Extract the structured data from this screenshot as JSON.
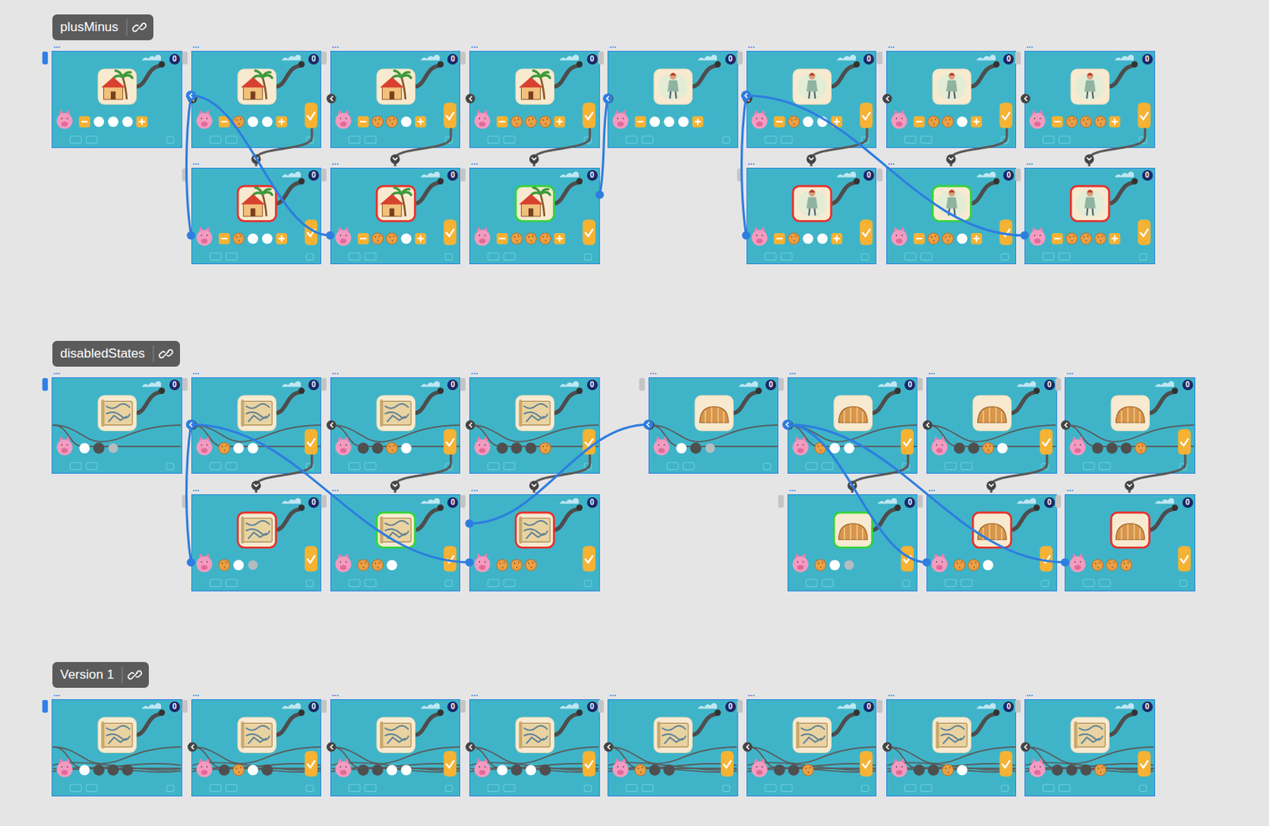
{
  "diagram": {
    "nodes": [
      {
        "text": [
          "plusMinus"
        ]
      },
      {
        "text": [
          "...",
          "0"
        ]
      },
      {
        "text": [
          "...",
          "0"
        ]
      },
      {
        "text": [
          "...",
          "0"
        ]
      },
      {
        "text": [
          "...",
          "0"
        ]
      },
      {
        "text": [
          "...",
          "0"
        ]
      },
      {
        "text": [
          "...",
          "0"
        ]
      },
      {
        "text": [
          "...",
          "0"
        ]
      },
      {
        "text": [
          "...",
          "0"
        ]
      },
      {
        "text": [
          "...",
          "0"
        ]
      },
      {
        "text": [
          "...",
          "0"
        ]
      },
      {
        "text": [
          "...",
          "0"
        ]
      },
      {
        "text": [
          "...",
          "0"
        ]
      },
      {
        "text": [
          "...",
          "0"
        ]
      },
      {
        "text": [
          "...",
          "0"
        ]
      },
      {
        "text": [
          "disabledStates"
        ]
      },
      {
        "text": [
          "...",
          "0"
        ]
      },
      {
        "text": [
          "...",
          "0"
        ]
      },
      {
        "text": [
          "...",
          "0"
        ]
      },
      {
        "text": [
          "...",
          "0"
        ]
      },
      {
        "text": [
          "...",
          "0"
        ]
      },
      {
        "text": [
          "...",
          "0"
        ]
      },
      {
        "text": [
          "...",
          "0"
        ]
      },
      {
        "text": [
          "...",
          "0"
        ]
      },
      {
        "text": [
          "...",
          "0"
        ]
      },
      {
        "text": [
          "...",
          "0"
        ]
      },
      {
        "text": [
          "...",
          "0"
        ]
      },
      {
        "text": [
          "...",
          "0"
        ]
      },
      {
        "text": [
          "...",
          "0"
        ]
      },
      {
        "text": [
          "...",
          "0"
        ]
      },
      {
        "text": [
          "Version 1"
        ]
      },
      {
        "text": [
          "...",
          "0"
        ]
      },
      {
        "text": [
          "...",
          "0"
        ]
      },
      {
        "text": [
          "...",
          "0"
        ]
      },
      {
        "text": [
          "...",
          "0"
        ]
      },
      {
        "text": [
          "...",
          "0"
        ]
      },
      {
        "text": [
          "...",
          "0"
        ]
      },
      {
        "text": [
          "...",
          "0"
        ]
      },
      {
        "text": [
          "...",
          "0"
        ]
      }
    ],
    "edges": [
      {
        "from": 2,
        "to": 9,
        "arrow": "to"
      },
      {
        "from": 2,
        "to": 10,
        "arrow": "to"
      },
      {
        "from": 5,
        "to": 11,
        "arrow": "to"
      },
      {
        "from": 6,
        "to": 12,
        "arrow": "to"
      },
      {
        "from": 6,
        "to": 14,
        "arrow": "to"
      },
      {
        "from": 17,
        "to": 24,
        "arrow": "to"
      },
      {
        "from": 17,
        "to": 26,
        "arrow": "to"
      },
      {
        "from": 20,
        "to": 26,
        "arrow": "to"
      },
      {
        "from": 21,
        "to": 28,
        "arrow": "to"
      },
      {
        "from": 21,
        "to": 29,
        "arrow": "to"
      }
    ]
  }
}
